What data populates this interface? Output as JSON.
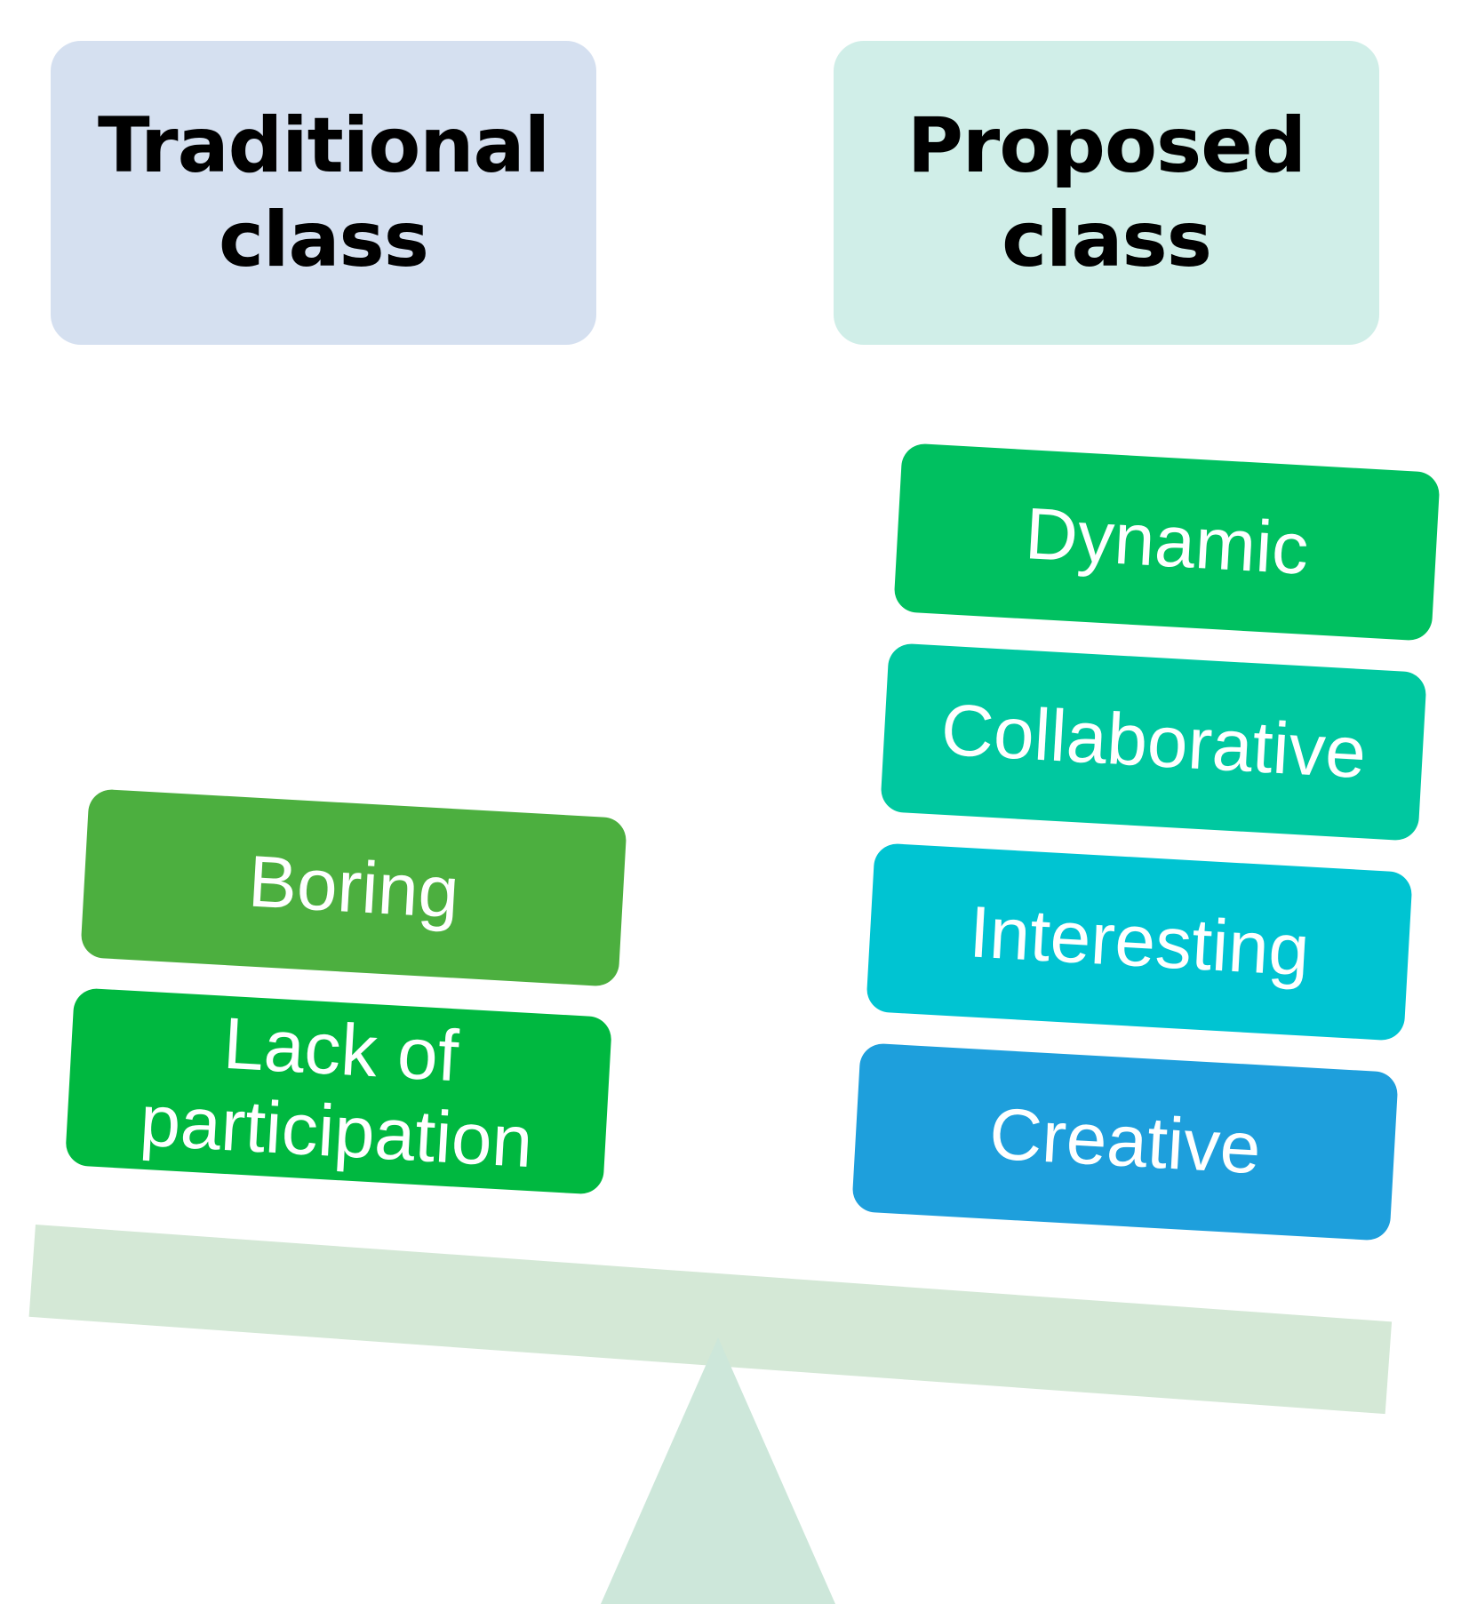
{
  "headers": {
    "left": {
      "title": "Traditional\nclass",
      "color": "#d5e0f0"
    },
    "right": {
      "title": "Proposed\nclass",
      "color": "#d0eee8"
    }
  },
  "left_blocks": [
    {
      "label": "Boring",
      "color": "#4caf3f"
    },
    {
      "label": "Lack of\nparticipation",
      "color": "#00b840"
    }
  ],
  "right_blocks": [
    {
      "label": "Dynamic",
      "color": "#00c060"
    },
    {
      "label": "Collaborative",
      "color": "#00c8a0"
    },
    {
      "label": "Interesting",
      "color": "#00c4d2"
    },
    {
      "label": "Creative",
      "color": "#1e9fdc"
    }
  ],
  "scale": {
    "beam_color": "#d4e8d6",
    "fulcrum_color": "#cde7da"
  }
}
